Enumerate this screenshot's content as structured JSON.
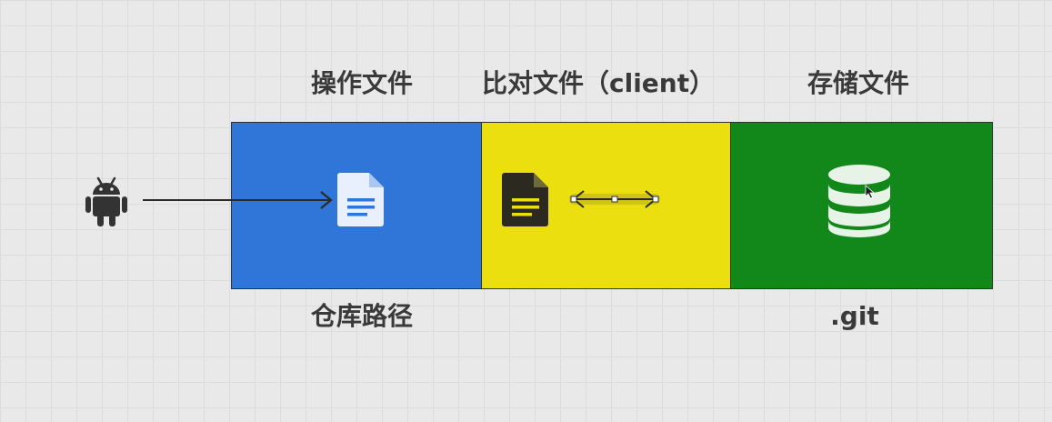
{
  "labels": {
    "operate": "操作文件",
    "compare": "比对文件（client）",
    "store": "存储文件",
    "repo_path": "仓库路径",
    "git": ".git"
  },
  "panels": {
    "blue": "#2f76d8",
    "yellow": "#ebdf10",
    "green": "#12881a"
  },
  "icons": {
    "android": "android-icon",
    "blue_doc": "document-icon",
    "yellow_doc": "document-icon",
    "compare": "double-arrow-icon",
    "storage": "database-icon",
    "cursor": "mouse-cursor-icon"
  }
}
